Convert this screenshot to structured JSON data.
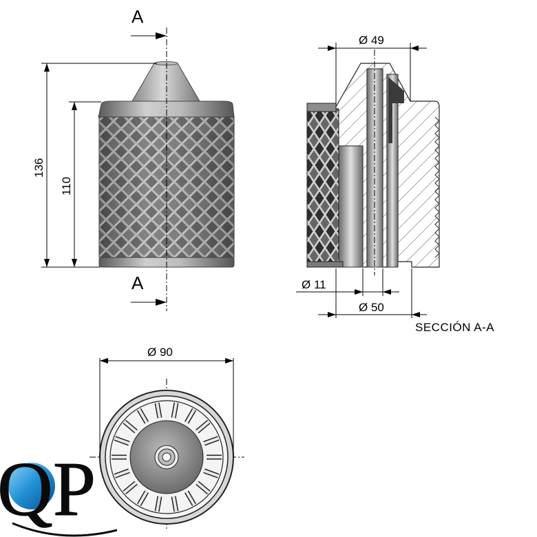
{
  "front_view": {
    "cut_label_top": "A",
    "cut_label_bottom": "A",
    "dim_total_height": "136",
    "dim_body_height": "110"
  },
  "section_view": {
    "dim_top_diameter": "Ø 49",
    "dim_hole_diameter": "Ø 11",
    "dim_body_diameter": "Ø 50",
    "title": "SECCIÓN A-A"
  },
  "bottom_view": {
    "dim_outer_diameter": "Ø 90"
  },
  "logo": {
    "text": "QP"
  },
  "colors": {
    "line": "#000000",
    "part_light": "#dcdcdc",
    "part_mid": "#9a9a9a",
    "part_dark": "#4a4a4a",
    "water": "#1f8fd6"
  }
}
